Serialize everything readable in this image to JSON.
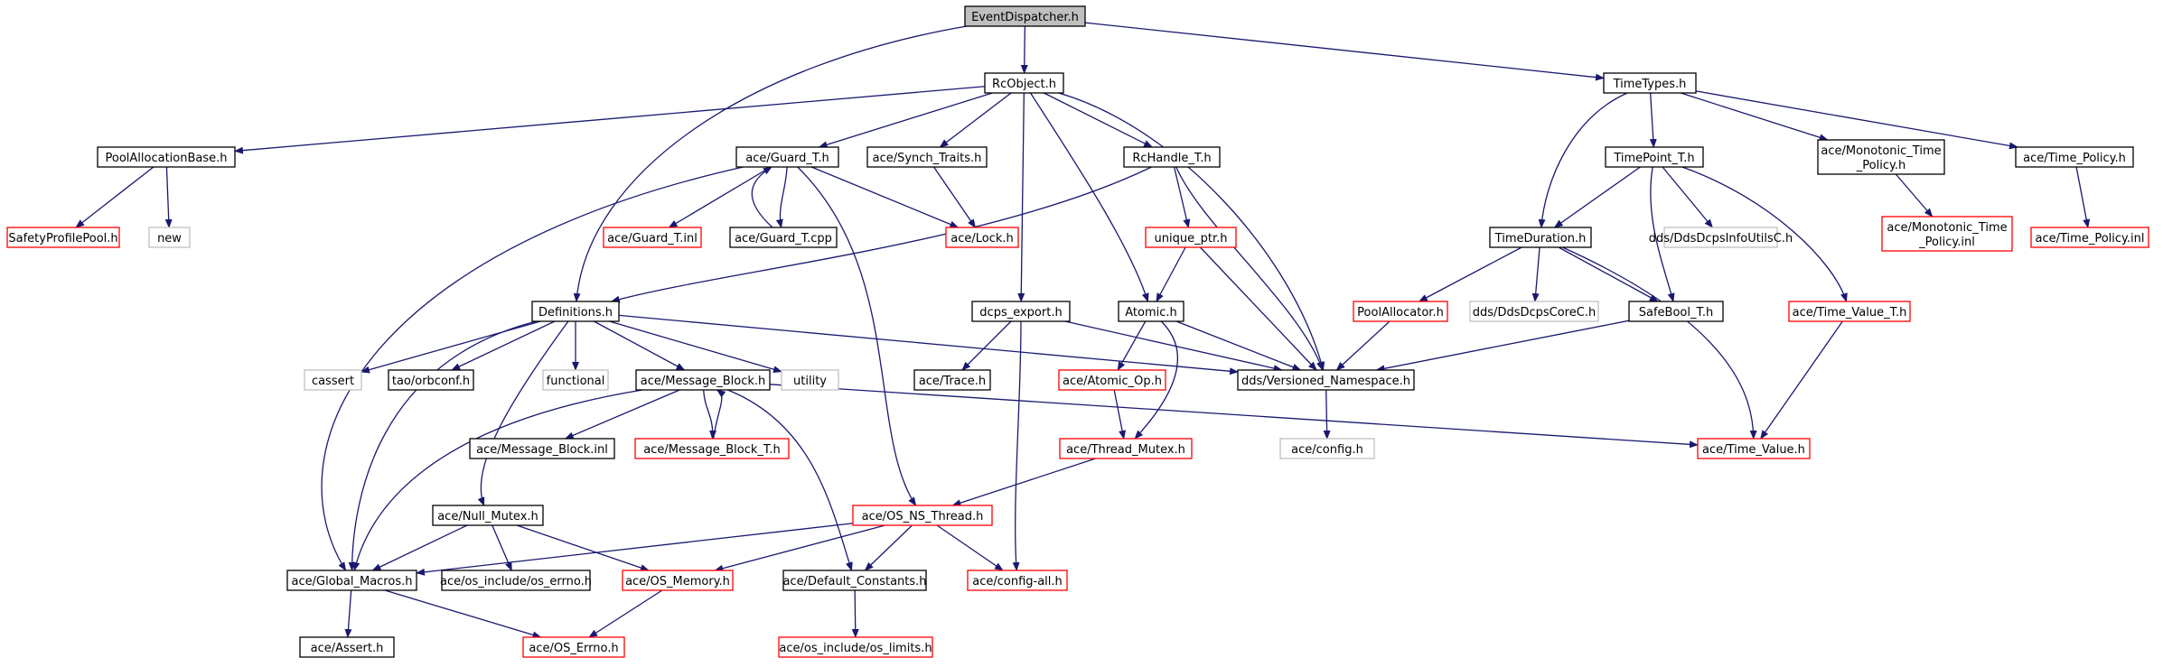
{
  "diagram": {
    "nodes": [
      {
        "id": "ed",
        "label": "EventDispatcher.h",
        "style": "root"
      },
      {
        "id": "rc",
        "label": "RcObject.h",
        "style": "black"
      },
      {
        "id": "tt",
        "label": "TimeTypes.h",
        "style": "black"
      },
      {
        "id": "pab",
        "label": "PoolAllocationBase.h",
        "style": "black"
      },
      {
        "id": "spp",
        "label": "SafetyProfilePool.h",
        "style": "red"
      },
      {
        "id": "new",
        "label": "new",
        "style": "gray"
      },
      {
        "id": "agh",
        "label": "ace/Guard_T.h",
        "style": "black"
      },
      {
        "id": "agi",
        "label": "ace/Guard_T.inl",
        "style": "red"
      },
      {
        "id": "agc",
        "label": "ace/Guard_T.cpp",
        "style": "black"
      },
      {
        "id": "ast",
        "label": "ace/Synch_Traits.h",
        "style": "black"
      },
      {
        "id": "alk",
        "label": "ace/Lock.h",
        "style": "red"
      },
      {
        "id": "rch",
        "label": "RcHandle_T.h",
        "style": "black"
      },
      {
        "id": "up",
        "label": "unique_ptr.h",
        "style": "red"
      },
      {
        "id": "tp",
        "label": "TimePoint_T.h",
        "style": "black"
      },
      {
        "id": "amt",
        "label": "ace/Monotonic_Time\n_Policy.h",
        "style": "black"
      },
      {
        "id": "amti",
        "label": "ace/Monotonic_Time\n_Policy.inl",
        "style": "red"
      },
      {
        "id": "atp",
        "label": "ace/Time_Policy.h",
        "style": "black"
      },
      {
        "id": "atpi",
        "label": "ace/Time_Policy.inl",
        "style": "red"
      },
      {
        "id": "td",
        "label": "TimeDuration.h",
        "style": "black"
      },
      {
        "id": "ddu",
        "label": "dds/DdsDcpsInfoUtilsC.h",
        "style": "gray"
      },
      {
        "id": "pa",
        "label": "PoolAllocator.h",
        "style": "red"
      },
      {
        "id": "ddc",
        "label": "dds/DdsDcpsCoreC.h",
        "style": "gray"
      },
      {
        "id": "sb",
        "label": "SafeBool_T.h",
        "style": "black"
      },
      {
        "id": "atv",
        "label": "ace/Time_Value_T.h",
        "style": "red"
      },
      {
        "id": "def",
        "label": "Definitions.h",
        "style": "black"
      },
      {
        "id": "dce",
        "label": "dcps_export.h",
        "style": "black"
      },
      {
        "id": "ato",
        "label": "Atomic.h",
        "style": "black"
      },
      {
        "id": "cas",
        "label": "cassert",
        "style": "gray"
      },
      {
        "id": "orb",
        "label": "tao/orbconf.h",
        "style": "black"
      },
      {
        "id": "fun",
        "label": "functional",
        "style": "gray"
      },
      {
        "id": "amb",
        "label": "ace/Message_Block.h",
        "style": "black"
      },
      {
        "id": "uti",
        "label": "utility",
        "style": "gray"
      },
      {
        "id": "atr",
        "label": "ace/Trace.h",
        "style": "black"
      },
      {
        "id": "aao",
        "label": "ace/Atomic_Op.h",
        "style": "red"
      },
      {
        "id": "dvn",
        "label": "dds/Versioned_Namespace.h",
        "style": "black"
      },
      {
        "id": "ambi",
        "label": "ace/Message_Block.inl",
        "style": "black"
      },
      {
        "id": "ambt",
        "label": "ace/Message_Block_T.h",
        "style": "red"
      },
      {
        "id": "atm",
        "label": "ace/Thread_Mutex.h",
        "style": "red"
      },
      {
        "id": "acf",
        "label": "ace/config.h",
        "style": "gray"
      },
      {
        "id": "atval",
        "label": "ace/Time_Value.h",
        "style": "red"
      },
      {
        "id": "anm",
        "label": "ace/Null_Mutex.h",
        "style": "black"
      },
      {
        "id": "aont",
        "label": "ace/OS_NS_Thread.h",
        "style": "red"
      },
      {
        "id": "agm",
        "label": "ace/Global_Macros.h",
        "style": "black"
      },
      {
        "id": "aoe",
        "label": "ace/os_include/os_errno.h",
        "style": "black"
      },
      {
        "id": "aom",
        "label": "ace/OS_Memory.h",
        "style": "red"
      },
      {
        "id": "adc",
        "label": "ace/Default_Constants.h",
        "style": "black"
      },
      {
        "id": "aca",
        "label": "ace/config-all.h",
        "style": "red"
      },
      {
        "id": "aas",
        "label": "ace/Assert.h",
        "style": "black"
      },
      {
        "id": "aoer",
        "label": "ace/OS_Errno.h",
        "style": "red"
      },
      {
        "id": "aol",
        "label": "ace/os_include/os_limits.h",
        "style": "red"
      }
    ],
    "edges": [
      [
        "ed",
        "rc"
      ],
      [
        "ed",
        "tt"
      ],
      [
        "ed",
        "def"
      ],
      [
        "rc",
        "pab"
      ],
      [
        "rc",
        "agh"
      ],
      [
        "rc",
        "ast"
      ],
      [
        "rc",
        "rch"
      ],
      [
        "rc",
        "dce"
      ],
      [
        "rc",
        "ato"
      ],
      [
        "rc",
        "dvn"
      ],
      [
        "pab",
        "spp"
      ],
      [
        "pab",
        "new"
      ],
      [
        "agh",
        "agi"
      ],
      [
        "agh",
        "agc"
      ],
      [
        "agh",
        "alk"
      ],
      [
        "agh",
        "agm"
      ],
      [
        "agh",
        "aont"
      ],
      [
        "agc",
        "agh"
      ],
      [
        "ast",
        "alk"
      ],
      [
        "rch",
        "up"
      ],
      [
        "rch",
        "def"
      ],
      [
        "rch",
        "dvn"
      ],
      [
        "up",
        "ato"
      ],
      [
        "up",
        "dvn"
      ],
      [
        "tt",
        "tp"
      ],
      [
        "tt",
        "td"
      ],
      [
        "tt",
        "amt"
      ],
      [
        "tt",
        "atp"
      ],
      [
        "amt",
        "amti"
      ],
      [
        "atp",
        "atpi"
      ],
      [
        "tp",
        "td"
      ],
      [
        "tp",
        "ddu"
      ],
      [
        "tp",
        "sb"
      ],
      [
        "tp",
        "atv"
      ],
      [
        "td",
        "pa"
      ],
      [
        "td",
        "ddc"
      ],
      [
        "td",
        "sb"
      ],
      [
        "td",
        "atval"
      ],
      [
        "pa",
        "dvn"
      ],
      [
        "sb",
        "dvn"
      ],
      [
        "atv",
        "atval"
      ],
      [
        "def",
        "cas"
      ],
      [
        "def",
        "orb"
      ],
      [
        "def",
        "fun"
      ],
      [
        "def",
        "amb"
      ],
      [
        "def",
        "uti"
      ],
      [
        "def",
        "dvn"
      ],
      [
        "def",
        "anm"
      ],
      [
        "def",
        "agm"
      ],
      [
        "dce",
        "atr"
      ],
      [
        "dce",
        "dvn"
      ],
      [
        "dce",
        "aca"
      ],
      [
        "ato",
        "aao"
      ],
      [
        "ato",
        "dvn"
      ],
      [
        "ato",
        "atm"
      ],
      [
        "aao",
        "atm"
      ],
      [
        "amb",
        "ambi"
      ],
      [
        "amb",
        "ambt"
      ],
      [
        "amb",
        "atval"
      ],
      [
        "amb",
        "agm"
      ],
      [
        "amb",
        "adc"
      ],
      [
        "ambt",
        "amb"
      ],
      [
        "dvn",
        "acf"
      ],
      [
        "atm",
        "aont"
      ],
      [
        "anm",
        "agm"
      ],
      [
        "anm",
        "aoe"
      ],
      [
        "anm",
        "aom"
      ],
      [
        "aont",
        "agm"
      ],
      [
        "aont",
        "aom"
      ],
      [
        "aont",
        "adc"
      ],
      [
        "aont",
        "aca"
      ],
      [
        "agm",
        "aas"
      ],
      [
        "agm",
        "aoer"
      ],
      [
        "aom",
        "aoer"
      ],
      [
        "adc",
        "aol"
      ]
    ]
  },
  "colors": {
    "edge": "#191970",
    "node_border": "#000000",
    "node_red_border": "#ff0000",
    "node_gray_border": "#bfbfbf",
    "root_fill": "#bfbfbf",
    "text": "#000000"
  }
}
